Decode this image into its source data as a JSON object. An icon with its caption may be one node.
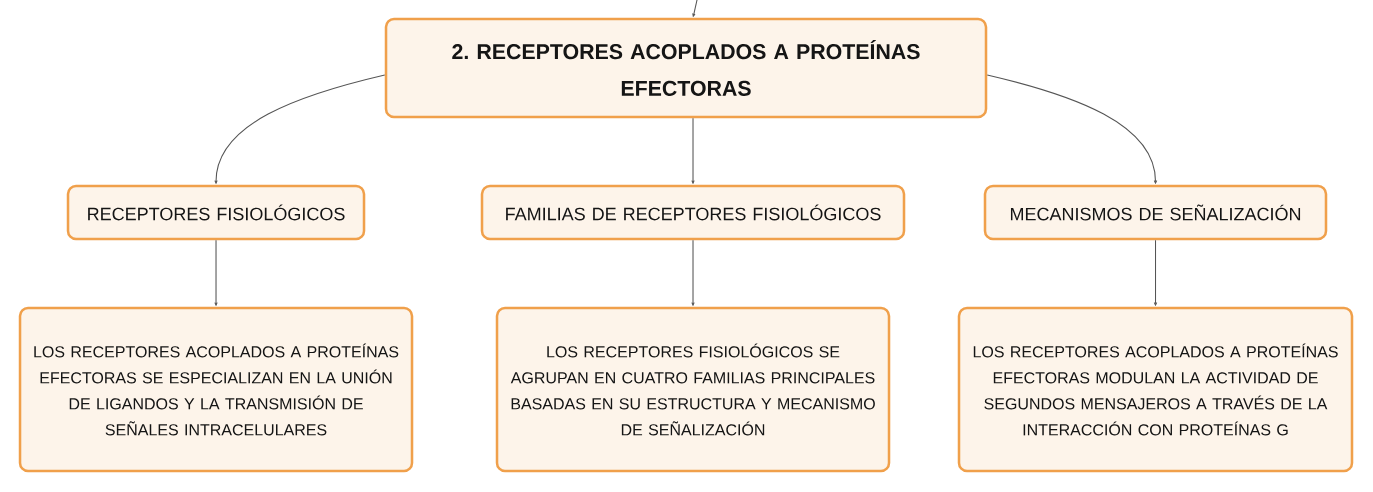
{
  "diagram": {
    "nodes": [
      {
        "text": [
          "2. RECEPTORES ACOPLADOS A PROTEÍNAS EFECTORAS"
        ]
      },
      {
        "text": [
          "RECEPTORES FISIOLÓGICOS"
        ]
      },
      {
        "text": [
          "FAMILIAS DE RECEPTORES FISIOLÓGICOS"
        ]
      },
      {
        "text": [
          "MECANISMOS DE SEÑALIZACIÓN"
        ]
      },
      {
        "text": [
          "LOS RECEPTORES ACOPLADOS A PROTEÍNAS EFECTORAS SE ESPECIALIZAN EN LA UNIÓN DE LIGANDOS Y LA TRANSMISIÓN DE SEÑALES INTRACELULARES"
        ]
      },
      {
        "text": [
          "LOS RECEPTORES FISIOLÓGICOS SE AGRUPAN EN CUATRO FAMILIAS PRINCIPALES BASADAS EN SU ESTRUCTURA Y MECANISMO DE SEÑALIZACIÓN"
        ]
      },
      {
        "text": [
          "LOS RECEPTORES ACOPLADOS A PROTEÍNAS EFECTORAS MODULAN LA ACTIVIDAD DE SEGUNDOS MENSAJEROS A TRAVÉS DE LA INTERACCIÓN CON PROTEÍNAS G"
        ]
      }
    ],
    "edges": [
      {
        "from": null,
        "to": 0,
        "arrow": "to"
      },
      {
        "from": 0,
        "to": 1,
        "arrow": "to"
      },
      {
        "from": 0,
        "to": 2,
        "arrow": "to"
      },
      {
        "from": 0,
        "to": 3,
        "arrow": "to"
      },
      {
        "from": 1,
        "to": 4,
        "arrow": "to"
      },
      {
        "from": 2,
        "to": 5,
        "arrow": "to"
      },
      {
        "from": 3,
        "to": 6,
        "arrow": "to"
      }
    ]
  }
}
